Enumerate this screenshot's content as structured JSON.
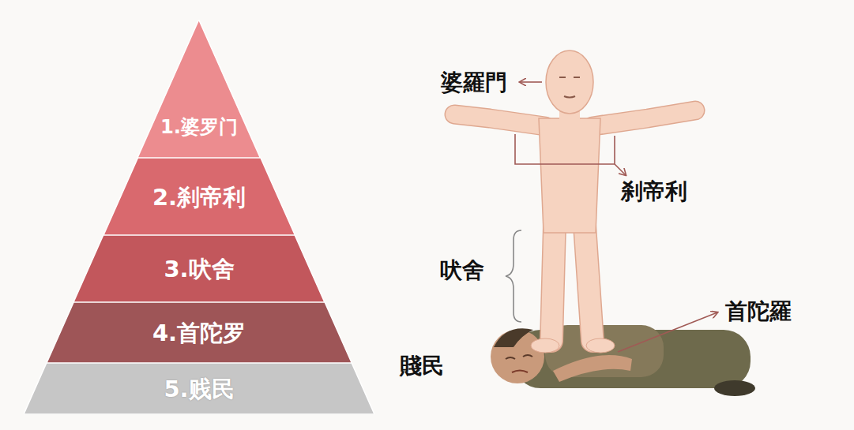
{
  "diagram": {
    "nodes": [
      {
        "text": [
          "1.婆罗门"
        ]
      },
      {
        "text": [
          "2.刹帝利"
        ]
      },
      {
        "text": [
          "3.吠舍"
        ]
      },
      {
        "text": [
          "4.首陀罗"
        ]
      },
      {
        "text": [
          "5.贱民"
        ]
      }
    ],
    "labels": [
      "婆羅門",
      "刹帝利",
      "吠舍",
      "首陀羅",
      "賤民"
    ]
  }
}
